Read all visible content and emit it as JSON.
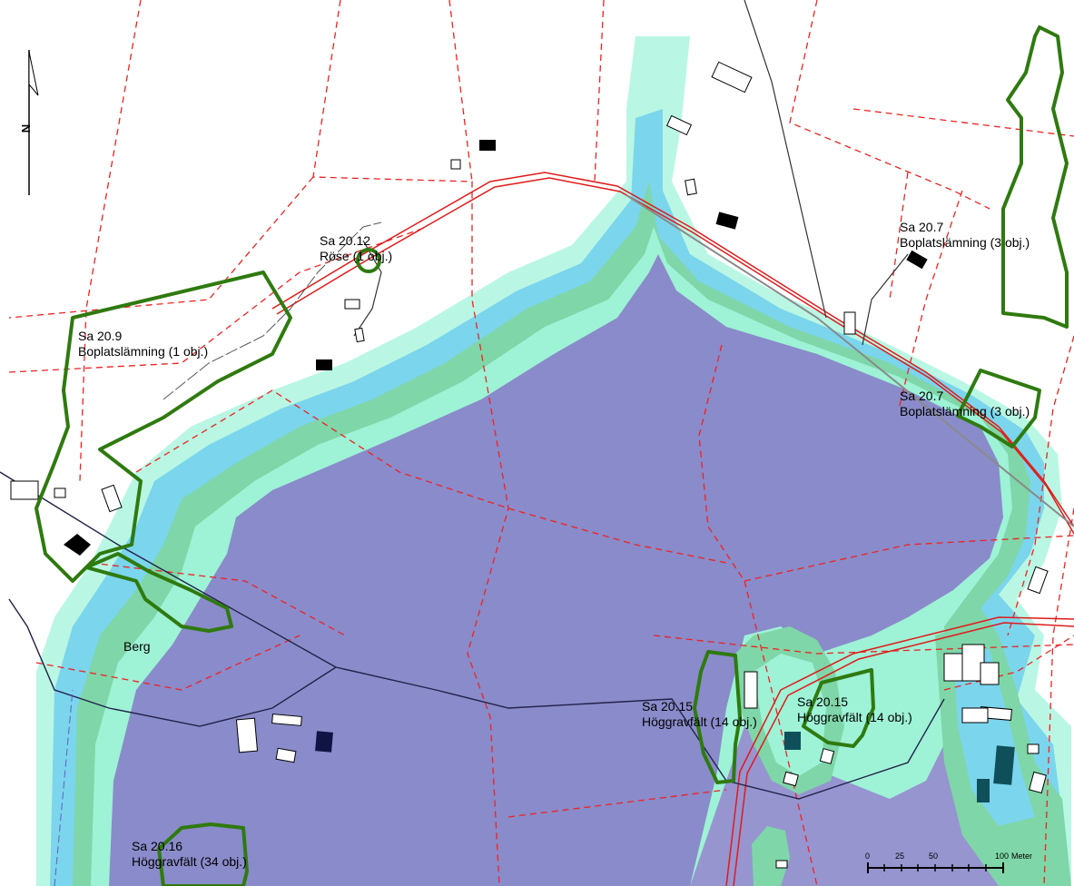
{
  "map": {
    "colors": {
      "background": "#ffffff",
      "water_deep": "#8a8bca",
      "water_mid": "#9695d0",
      "band_green": "#7fd6a8",
      "band_blue": "#7bd5ec",
      "band_mint": "#9ef2d6",
      "band_pale": "#b9f7e4",
      "property_line": "#ee2222",
      "road_red": "#e11a1a",
      "protected_area": "#2f7a0f",
      "building_outline": "#000000",
      "building_fill": "#000000"
    },
    "north_arrow": {
      "letter": "N",
      "icon": "north-arrow-icon"
    },
    "scale_bar": {
      "ticks": [
        "0",
        "25",
        "50",
        "100"
      ],
      "unit": "Meter"
    },
    "labels": [
      {
        "id": "sa-20-12",
        "code": "Sa 20.12",
        "desc": "Röse (1 obj.)"
      },
      {
        "id": "sa-20-9",
        "code": "Sa 20.9",
        "desc": "Boplatslämning (1 obj.)"
      },
      {
        "id": "sa-20-7-top",
        "code": "Sa 20.7",
        "desc": "Boplatslämning (3 obj.)"
      },
      {
        "id": "sa-20-7-mid",
        "code": "Sa 20.7",
        "desc": "Boplatslämning (3 obj.)"
      },
      {
        "id": "sa-20-15-a",
        "code": "Sa 20.15",
        "desc": "Höggravfält (14 obj.)"
      },
      {
        "id": "sa-20-15-b",
        "code": "Sa 20.15",
        "desc": "Höggravfält (14 obj.)"
      },
      {
        "id": "sa-20-16",
        "code": "Sa 20.16",
        "desc": "Höggravfält (34 obj.)"
      }
    ],
    "place_names": {
      "berg": "Berg"
    }
  }
}
